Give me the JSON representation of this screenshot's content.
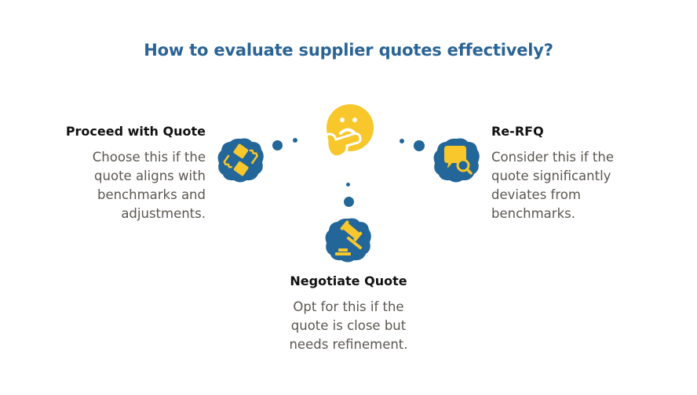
{
  "title": "How to evaluate supplier quotes effectively?",
  "center": {
    "icon": "thinking-face-icon"
  },
  "options": [
    {
      "id": "proceed",
      "heading": "Proceed with Quote",
      "description": "Choose this if the quote aligns with benchmarks and adjustments.",
      "lines": [
        "Choose this if the",
        "quote aligns with",
        "benchmarks and",
        "adjustments."
      ],
      "icon": "handshake-icon",
      "position": "left"
    },
    {
      "id": "re-rfq",
      "heading": "Re-RFQ",
      "description": "Consider this if the quote significantly deviates from benchmarks.",
      "lines": [
        "Consider this if the",
        "quote significantly",
        "deviates from",
        "benchmarks."
      ],
      "icon": "chat-search-icon",
      "position": "right"
    },
    {
      "id": "negotiate",
      "heading": "Negotiate Quote",
      "description": "Opt for this if the quote is close but needs refinement.",
      "lines": [
        "Opt for this if the",
        "quote is close but",
        "needs refinement."
      ],
      "icon": "gavel-icon",
      "position": "bottom"
    }
  ],
  "colors": {
    "title": "#2a6496",
    "blob": "#236699",
    "icon_accent": "#f7c72b",
    "heading": "#111111",
    "description": "#5b5750"
  }
}
